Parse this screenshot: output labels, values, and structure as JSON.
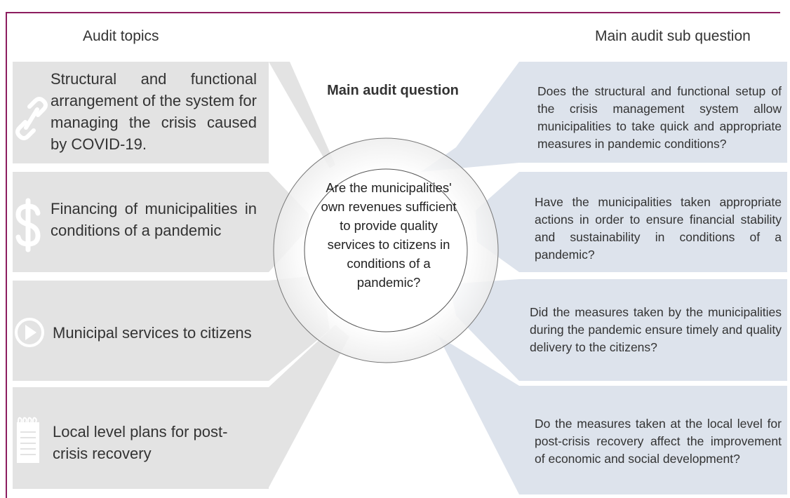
{
  "headings": {
    "left": "Audit topics",
    "right": "Main audit sub question",
    "center_title": "Main audit question"
  },
  "main_question": "Are the municipalities' own revenues sufficient to provide quality services to citizens in conditions of a pandemic?",
  "topics": [
    {
      "text": "Structural and functional arrangement of the system for managing the crisis caused by COVID-19.",
      "icon": "link-icon"
    },
    {
      "text": "Financing of municipalities in conditions of a pandemic",
      "icon": "dollar-icon"
    },
    {
      "text": "Municipal services to citizens",
      "icon": "play-icon"
    },
    {
      "text": "Local level plans for post-crisis recovery",
      "icon": "notepad-icon"
    }
  ],
  "sub_questions": [
    "Does the structural and functional setup of the crisis management system allow municipalities to take quick and appropriate measures in pandemic conditions?",
    "Have the municipalities taken appropriate actions in order to ensure financial stability and sustainability in conditions of a pandemic?",
    "Did the measures taken by the municipalities during the pandemic ensure timely and quality delivery to the citizens?",
    "Do the measures taken at the local level for post-crisis recovery affect the improvement of economic and social development?"
  ],
  "colors": {
    "frame": "#8c1d5f",
    "left_band": "#e3e3e3",
    "right_band": "#dde3ec",
    "icon": "#ffffff"
  }
}
